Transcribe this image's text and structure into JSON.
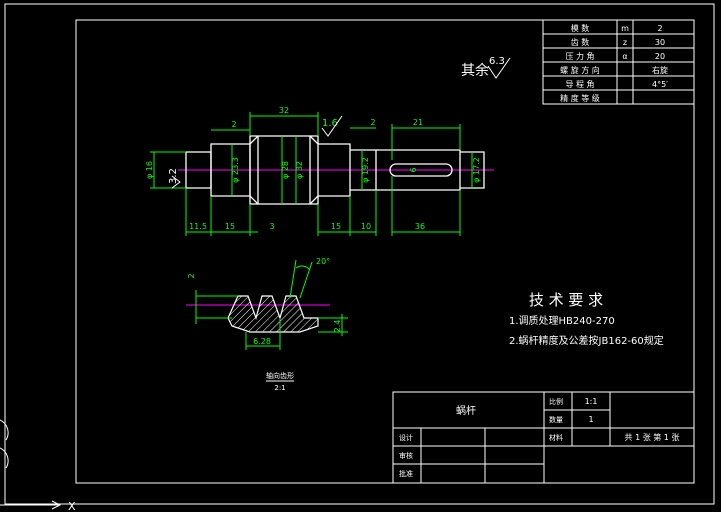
{
  "colors": {
    "background": "#000000",
    "line": "#ffffff",
    "dimension": "#00ff00",
    "centerline": "#ff00ff",
    "hatch": "#ffffff"
  },
  "param_table": [
    {
      "label": "模 数",
      "symbol": "m",
      "value": "2"
    },
    {
      "label": "齿 数",
      "symbol": "z",
      "value": "30"
    },
    {
      "label": "压 力 角",
      "symbol": "α",
      "value": "20"
    },
    {
      "label": "螺 旋 方 向",
      "symbol": "",
      "value": "右旋"
    },
    {
      "label": "导 程 角",
      "symbol": "",
      "value": "4°5′"
    },
    {
      "label": "精 度 等 级",
      "symbol": "",
      "value": ""
    }
  ],
  "surface_note": {
    "prefix": "其余",
    "value": "6.3"
  },
  "roughness_marks": {
    "top": "1.6",
    "left": "3.2"
  },
  "dims": {
    "d_32_top": "32",
    "d_2_left": "2",
    "d_2_right": "2",
    "d_21": "21",
    "dia_16": "φ 16",
    "dia_23_3": "φ 23.3",
    "dia_28": "φ 28",
    "dia_32": "φ 32",
    "dia_19_2": "φ 19.2",
    "dia_17_2": "φ 17.2",
    "key_6": "6",
    "d_11_5": "11.5",
    "d_15_left": "15",
    "d_3": "3",
    "d_15_right": "15",
    "d_10": "10",
    "d_36": "36"
  },
  "tooth_detail": {
    "angle": "20°",
    "height": "2",
    "depth": "2.4",
    "pitch": "6.28",
    "title": "轴向齿形",
    "scale": "2:1"
  },
  "tech_req": {
    "title": "技 术 要 求",
    "items": [
      "1.调质处理HB240-270",
      "2.蜗杆精度及公差按JB162-60规定"
    ]
  },
  "title_block": {
    "part_name": "蜗杆",
    "scale_label": "比例",
    "scale_value": "1:1",
    "qty_label": "数量",
    "qty_value": "1",
    "material_label": "材料",
    "designer_label": "设计",
    "drafter_label": "审核",
    "checker_label": "批准",
    "sheets": "共 1 张   第 1 张"
  },
  "ucs": {
    "axis_x": "X"
  }
}
